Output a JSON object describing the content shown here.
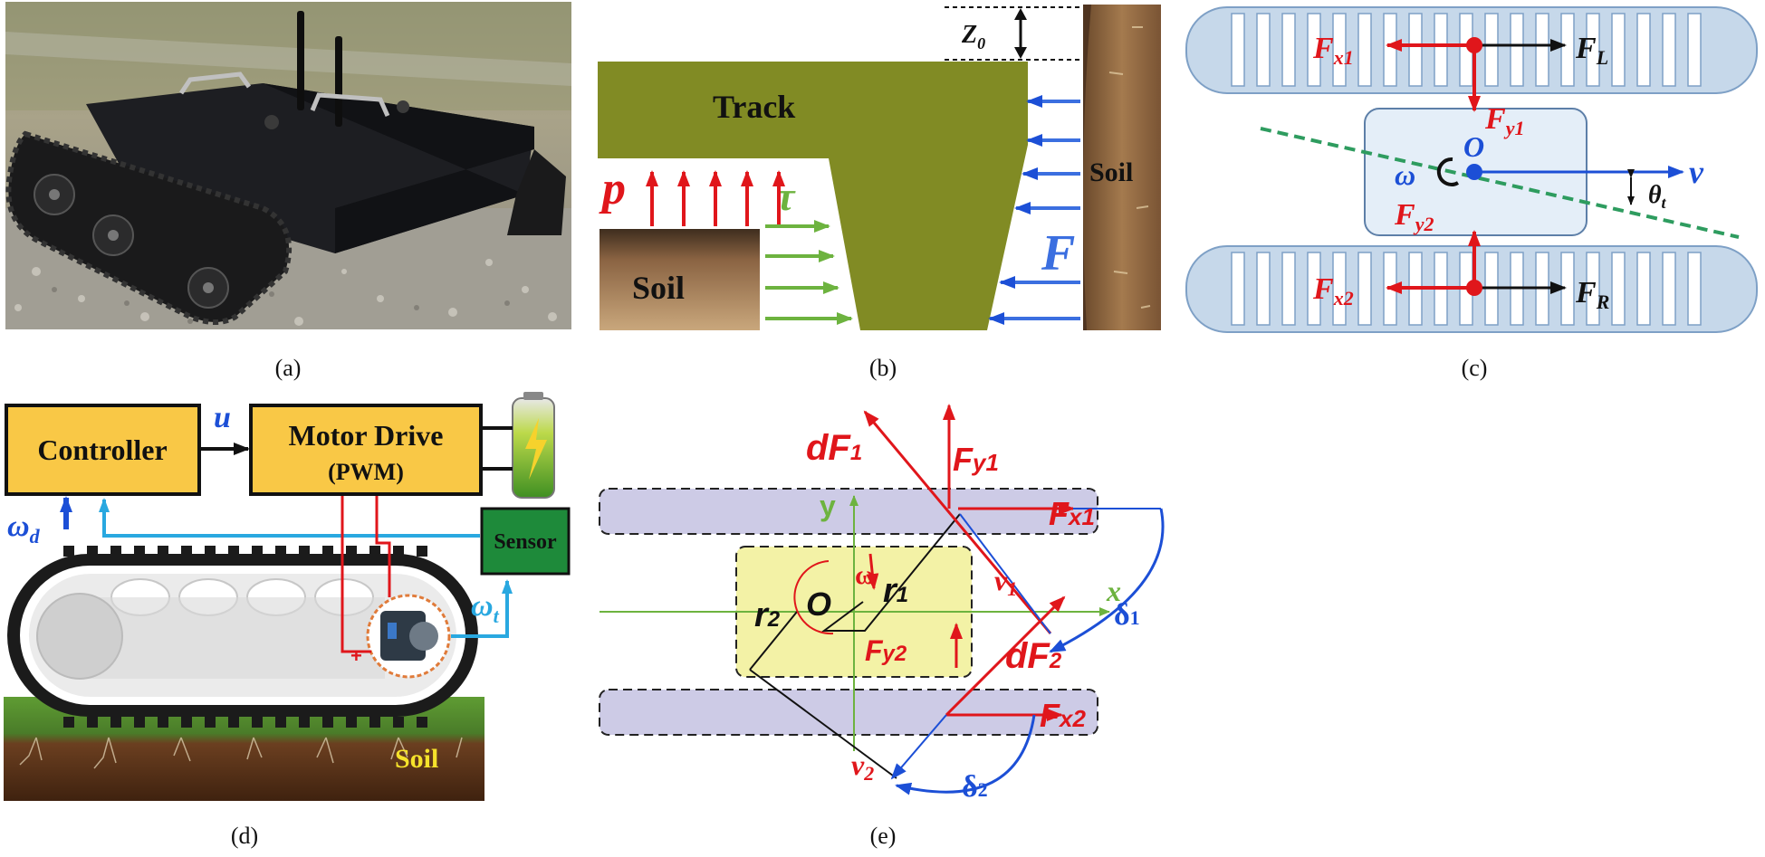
{
  "panel_labels": {
    "a": "(a)",
    "b": "(b)",
    "c": "(c)",
    "d": "(d)",
    "e": "(e)"
  },
  "panel_b": {
    "z0": "Z",
    "z0_sub": "0",
    "track": "Track",
    "soil_left": "Soil",
    "soil_right": "Soil",
    "p": "p",
    "tau": "τ",
    "F": "F"
  },
  "panel_c": {
    "Fx1": "F",
    "Fx1_sub": "x1",
    "FL": "F",
    "FL_sub": "L",
    "Fy1": "F",
    "Fy1_sub": "y1",
    "O": "O",
    "omega": "ω",
    "v": "v",
    "theta": "θ",
    "theta_sub": "t",
    "Fy2": "F",
    "Fy2_sub": "y2",
    "Fx2": "F",
    "Fx2_sub": "x2",
    "FR": "F",
    "FR_sub": "R"
  },
  "panel_d": {
    "controller": "Controller",
    "u": "u",
    "motor_drive": "Motor Drive",
    "pwm": "(PWM)",
    "sensor": "Sensor",
    "omega_d": "ω",
    "omega_d_sub": "d",
    "omega_t": "ω",
    "omega_t_sub": "t",
    "soil": "Soil"
  },
  "panel_e": {
    "dF1": "dF",
    "dF1_sub": "1",
    "Fy1": "F",
    "Fy1_sub": "y1",
    "y": "y",
    "Fx1": "F",
    "Fx1_sub": "x1",
    "omega": "ω",
    "O": "O",
    "r1": "r",
    "r1_sub": "1",
    "r2": "r",
    "r2_sub": "2",
    "v1": "v",
    "v1_sub": "1",
    "x": "x",
    "delta1": "δ",
    "delta1_sub": "1",
    "Fy2": "F",
    "Fy2_sub": "y2",
    "dF2": "dF",
    "dF2_sub": "2",
    "Fx2": "F",
    "Fx2_sub": "x2",
    "v2": "v",
    "v2_sub": "2",
    "delta2": "δ",
    "delta2_sub": "2"
  },
  "colors": {
    "red": "#e0161b",
    "blue": "#1c4fd6",
    "green": "#6db33f",
    "olive": "#818b24",
    "track_blue": "#c6d8ea",
    "box_yellow": "#f9c846",
    "lavender": "#cdcbe6",
    "pale_yellow": "#f3f2a6"
  }
}
